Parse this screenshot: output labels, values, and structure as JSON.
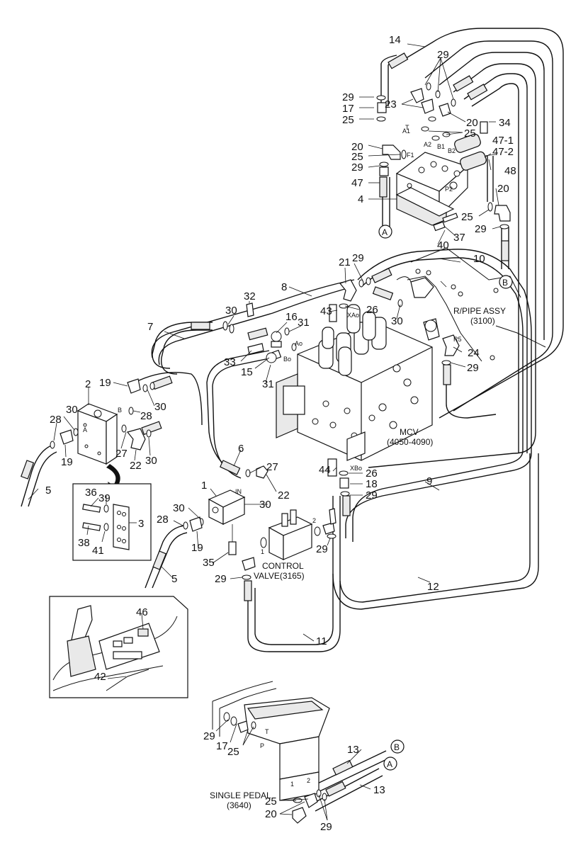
{
  "callouts": {
    "c14": "14",
    "c29a": "29",
    "c29b": "29",
    "c23": "23",
    "c17a": "17",
    "c25a": "25",
    "c20a": "20",
    "c34": "34",
    "c25b": "25",
    "c20b": "20",
    "c25c": "25",
    "c29c": "29",
    "c47_1": "47-1",
    "c47_2": "47-2",
    "c48": "48",
    "c47": "47",
    "c4": "4",
    "c20c": "20",
    "c25d": "25",
    "c29d": "29",
    "c37": "37",
    "c40": "40",
    "c10": "10",
    "c8": "8",
    "c21": "21",
    "c29e": "29",
    "c32": "32",
    "c30a": "30",
    "c16": "16",
    "c31a": "31",
    "c43": "43",
    "c26a": "26",
    "c30b": "30",
    "c7": "7",
    "c33": "33",
    "c15": "15",
    "c31b": "31",
    "c24": "24",
    "c29f": "29",
    "c2": "2",
    "c19a": "19",
    "c28a": "28",
    "c30c": "30",
    "c30d": "30",
    "c28b": "28",
    "c19b": "19",
    "c27a": "27",
    "c22a": "22",
    "c30e": "30",
    "c5a": "5",
    "c6": "6",
    "c27b": "27",
    "c22b": "22",
    "c44": "44",
    "c26b": "26",
    "c18": "18",
    "c29g": "29",
    "c9": "9",
    "c1": "1",
    "c30f": "30",
    "c28c": "28",
    "c19c": "19",
    "c35": "35",
    "c5b": "5",
    "c29h": "29",
    "c29i": "29",
    "c12": "12",
    "c11": "11",
    "c36": "36",
    "c39": "39",
    "c3": "3",
    "c38": "38",
    "c41": "41",
    "c46": "46",
    "c42": "42",
    "c29j": "29",
    "c17b": "17",
    "c25e": "25",
    "c13a": "13",
    "c13b": "13",
    "c25f": "25",
    "c20d": "20",
    "c29k": "29"
  },
  "port_labels": {
    "p_T": "T",
    "p_A1": "A1",
    "p_A2": "A2",
    "p_B1": "B1",
    "p_B2": "B2",
    "p_F1": "F1",
    "p_P2": "P2",
    "p_XAo": "XAo",
    "p_Ao": "Ao",
    "p_Bo": "Bo",
    "p_R5": "R5",
    "p_XBo": "XBo",
    "p_A": "A",
    "p_B": "B",
    "p_IN": "IN",
    "p_1": "1",
    "p_2": "2",
    "p_T2": "T",
    "p_P": "P",
    "p_s1": "1",
    "p_s2": "2"
  },
  "ref_circles": {
    "rA_top": "A",
    "rB_top": "B",
    "rB_bot": "B",
    "rA_bot": "A"
  },
  "text_labels": {
    "rpipe_line1": "R/PIPE ASSY",
    "rpipe_line2": "(3100)",
    "mcv_line1": "MCV",
    "mcv_line2": "(4050-4090)",
    "cv_line1": "CONTROL",
    "cv_line2": "VALVE(3165)",
    "sp_line1": "SINGLE PEDAL",
    "sp_line2": "(3640)"
  }
}
